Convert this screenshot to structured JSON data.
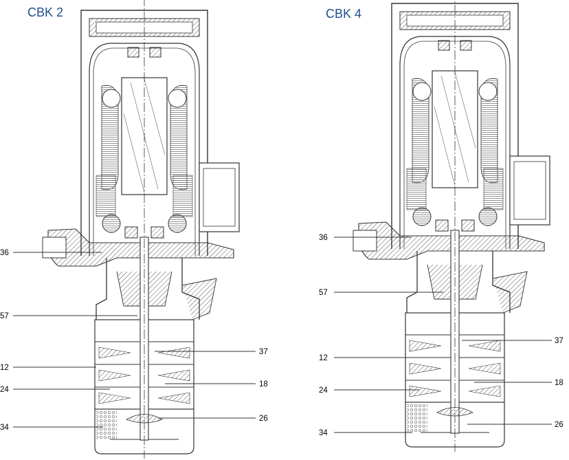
{
  "diagrams": [
    {
      "title": "CBK 2",
      "labels": {
        "l36": "36",
        "l57": "57",
        "l12": "12",
        "l24": "24",
        "l34": "34",
        "r37": "37",
        "r18": "18",
        "r26": "26"
      }
    },
    {
      "title": "CBK 4",
      "labels": {
        "l36": "36",
        "l57": "57",
        "l12": "12",
        "l24": "24",
        "l34": "34",
        "r37": "37",
        "r18": "18",
        "r26": "26"
      }
    }
  ],
  "colors": {
    "title": "#1f4e8c",
    "line": "#333333"
  }
}
